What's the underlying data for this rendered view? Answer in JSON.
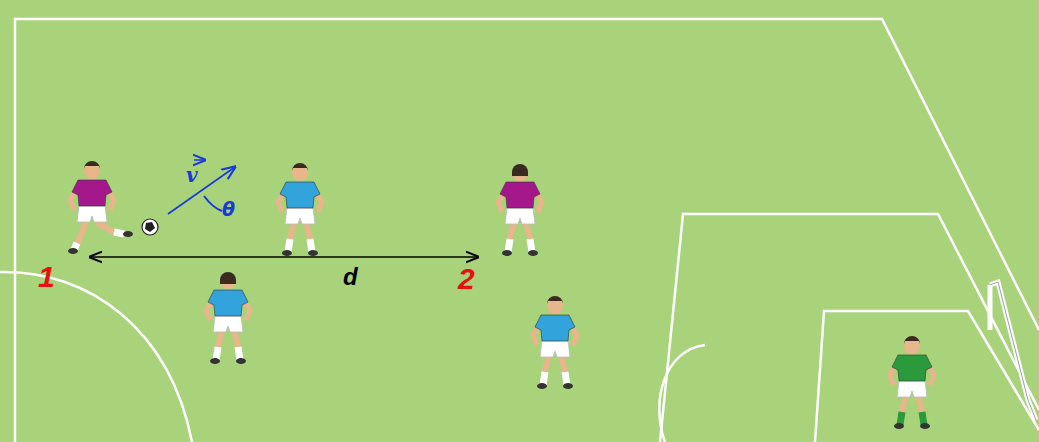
{
  "diagram": {
    "labels": [
      "v",
      "θ",
      "d",
      "1",
      "2"
    ]
  }
}
